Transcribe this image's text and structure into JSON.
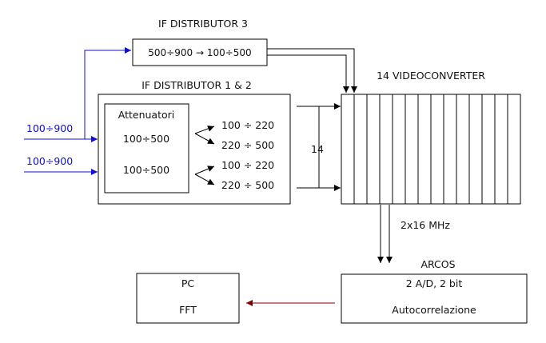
{
  "if_distributor_3": {
    "title": "IF DISTRIBUTOR 3",
    "label": "500÷900 → 100÷500"
  },
  "if_distributor_12": {
    "title": "IF DISTRIBUTOR 1 & 2",
    "attenuator_title": "Attenuatori",
    "attenuator_band_1": "100÷500",
    "attenuator_band_2": "100÷500",
    "outputs": [
      "100 ÷ 220",
      "220 ÷ 500",
      "100 ÷ 220",
      "220 ÷ 500"
    ]
  },
  "inputs": [
    "100÷900",
    "100÷900"
  ],
  "channels_label": "14",
  "videoconverter": {
    "title": "14 VIDEOCONVERTER",
    "channel_count": 14
  },
  "bus_label": "2x16 MHz",
  "arcos": {
    "title": "ARCOS",
    "line1": "2 A/D, 2 bit",
    "line2": "Autocorrelazione"
  },
  "pc": {
    "line1": "PC",
    "line2": "FFT"
  },
  "colors": {
    "input_lines": "#1010cc",
    "output_arrow": "#7a0000",
    "lines": "#000000"
  }
}
